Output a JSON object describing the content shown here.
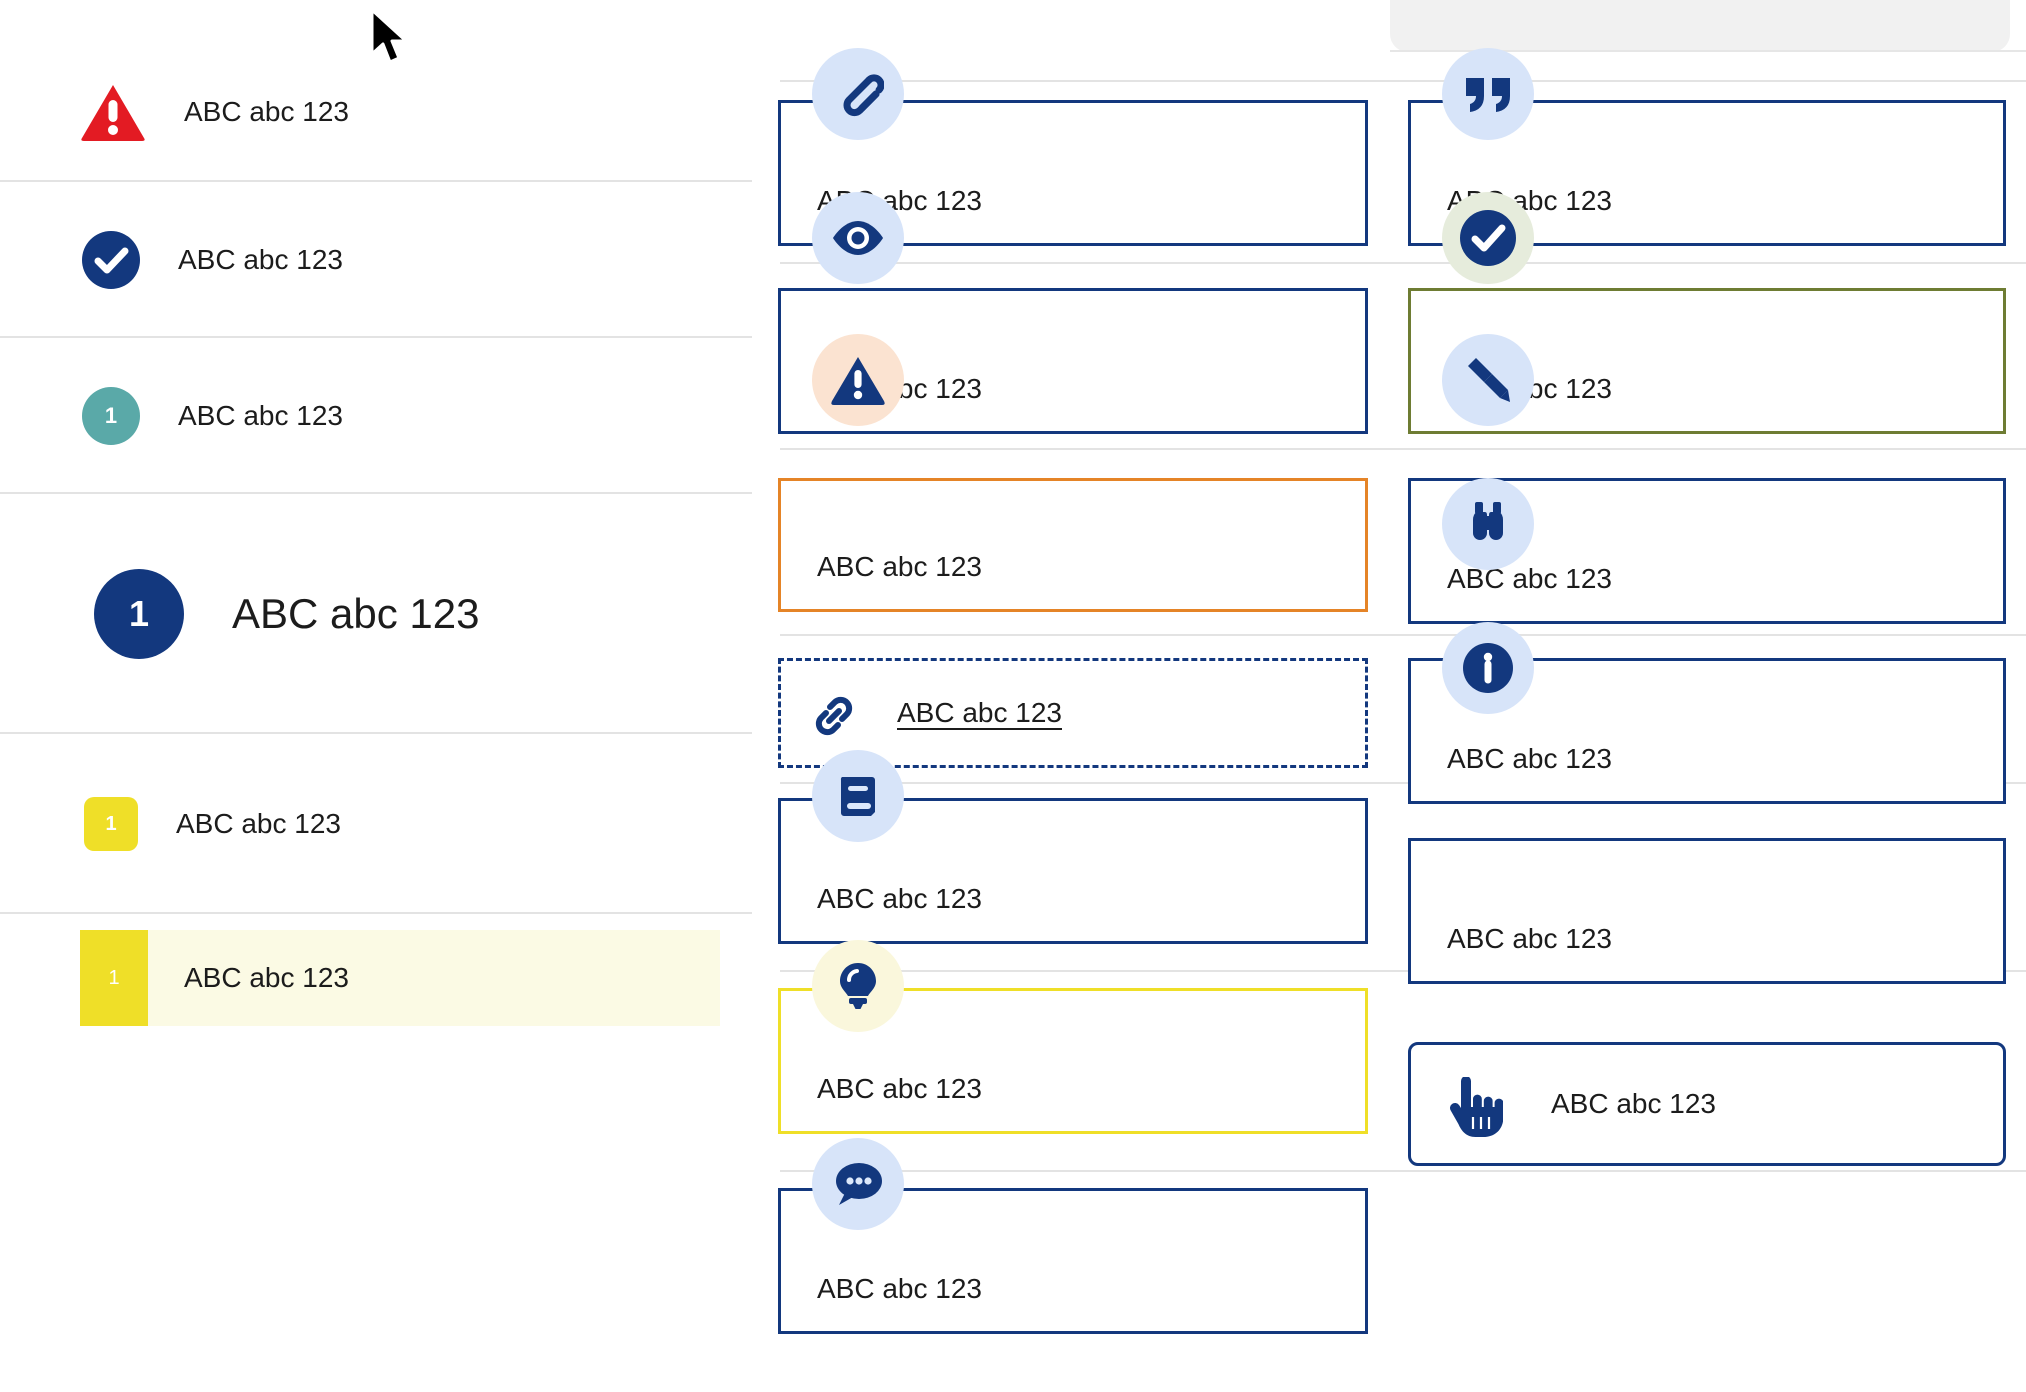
{
  "sample_text": "ABC abc 123",
  "colors": {
    "navy": "#13387e",
    "red": "#e31b23",
    "teal": "#5aa9a8",
    "yellow": "#efdf28",
    "orange": "#e58427",
    "olive": "#6e7c33",
    "badge_blue": "#d7e4f9",
    "badge_peach": "#fbe3d1",
    "badge_mint": "#e6ecdc",
    "badge_cream": "#faf7dc",
    "highlight_bg": "#fbfae4",
    "divider": "#e3e3e3"
  },
  "left_list": {
    "items": [
      {
        "icon": "warning-triangle-icon",
        "badge_number": "",
        "label": "ABC abc 123",
        "style": "triangle-red"
      },
      {
        "icon": "check-circle-icon",
        "badge_number": "",
        "label": "ABC abc 123",
        "style": "circle-navy"
      },
      {
        "icon": "number-badge-icon",
        "badge_number": "1",
        "label": "ABC abc 123",
        "style": "circle-teal"
      },
      {
        "icon": "number-badge-icon",
        "badge_number": "1",
        "label": "ABC abc 123",
        "style": "circle-navy-large"
      },
      {
        "icon": "number-badge-icon",
        "badge_number": "1",
        "label": "ABC abc 123",
        "style": "square-yellow"
      }
    ],
    "selected_item": {
      "icon": "number-badge-icon",
      "badge_number": "1",
      "label": "ABC abc 123",
      "style": "square-yellow-highlighted"
    }
  },
  "middle_column": {
    "cards": [
      {
        "icon": "paperclip-icon",
        "label": "ABC abc 123",
        "variant": "default"
      },
      {
        "icon": "eye-icon",
        "label": "ABC abc 123",
        "variant": "default"
      },
      {
        "icon": "warning-triangle-icon",
        "label": "ABC abc 123",
        "variant": "warning"
      },
      {
        "icon": "link-chain-icon",
        "label": "ABC abc 123",
        "variant": "link"
      },
      {
        "icon": "book-icon",
        "label": "ABC abc 123",
        "variant": "default"
      },
      {
        "icon": "lightbulb-icon",
        "label": "ABC abc 123",
        "variant": "tip"
      },
      {
        "icon": "chat-bubble-icon",
        "label": "ABC abc 123",
        "variant": "default"
      }
    ]
  },
  "right_column": {
    "cards": [
      {
        "icon": "quote-icon",
        "label": "ABC abc 123",
        "variant": "default"
      },
      {
        "icon": "check-circle-icon",
        "label": "ABC abc 123",
        "variant": "success"
      },
      {
        "icon": "pencil-icon",
        "label": "ABC abc 123",
        "variant": "default"
      },
      {
        "icon": "binoculars-icon",
        "label": "ABC abc 123",
        "variant": "default"
      },
      {
        "icon": "info-circle-icon",
        "label": "ABC abc 123",
        "variant": "default"
      },
      {
        "icon": "pointing-hand-icon",
        "label": "ABC abc 123",
        "variant": "rounded"
      }
    ]
  },
  "cursor": {
    "icon": "mouse-pointer-icon"
  }
}
